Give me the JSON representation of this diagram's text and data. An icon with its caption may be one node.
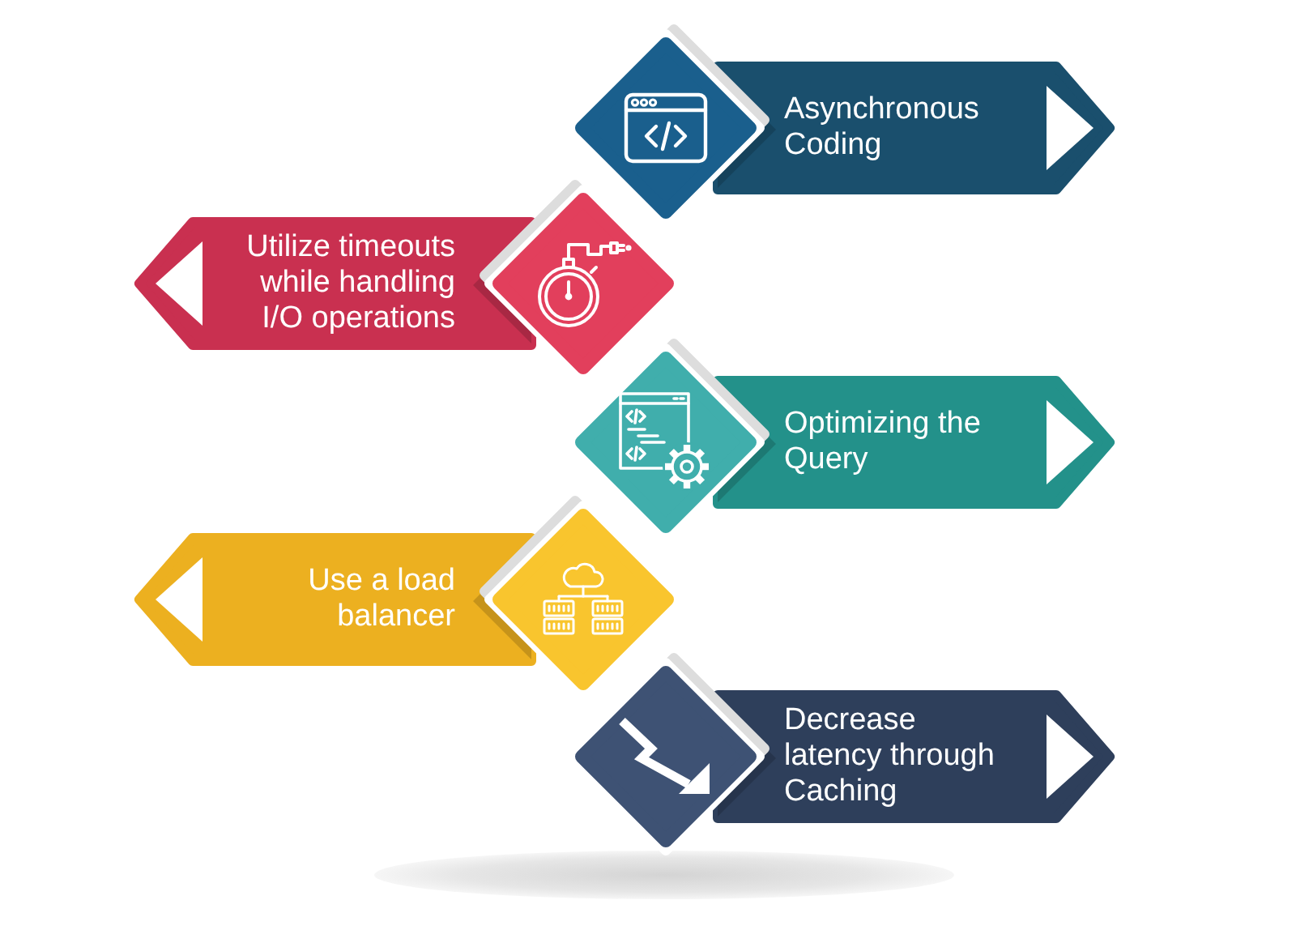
{
  "diagram": {
    "nodes": [
      {
        "text": [
          "Asynchronous Coding"
        ]
      },
      {
        "text": [
          "Utilize timeouts while handling I/O operations"
        ]
      },
      {
        "text": [
          "Optimizing the Query"
        ]
      },
      {
        "text": [
          "Use a load balancer"
        ]
      },
      {
        "text": [
          "Decrease latency through Caching"
        ]
      }
    ]
  }
}
